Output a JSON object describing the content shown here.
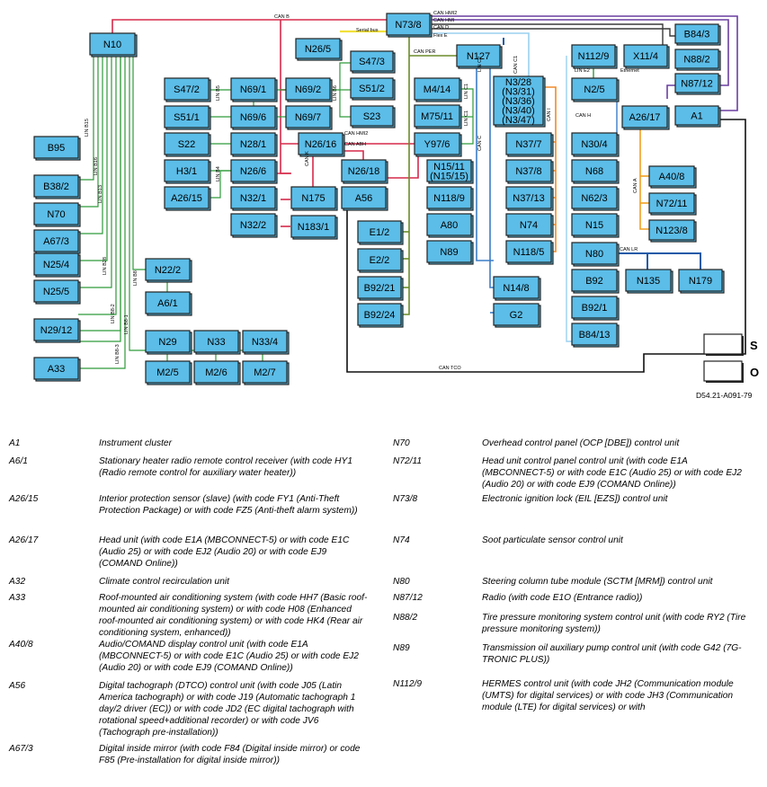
{
  "diagram": {
    "ref": "D54.21-A091-79",
    "boxes": [
      {
        "id": "N10"
      },
      {
        "id": "N73/8"
      },
      {
        "id": "N26/5"
      },
      {
        "id": "B84/3"
      },
      {
        "id": "N88/2"
      },
      {
        "id": "N87/12"
      },
      {
        "id": "N127"
      },
      {
        "id": "N112/9"
      },
      {
        "id": "X11/4"
      },
      {
        "id": "S47/3"
      },
      {
        "id": "S51/2"
      },
      {
        "id": "S23"
      },
      {
        "id": "S47/2"
      },
      {
        "id": "N69/1"
      },
      {
        "id": "N69/2"
      },
      {
        "id": "S51/1"
      },
      {
        "id": "N69/6"
      },
      {
        "id": "N69/7"
      },
      {
        "id": "S22"
      },
      {
        "id": "N28/1"
      },
      {
        "id": "N26/16"
      },
      {
        "id": "H3/1"
      },
      {
        "id": "N26/6"
      },
      {
        "id": "A26/15"
      },
      {
        "id": "N32/1"
      },
      {
        "id": "N32/2"
      },
      {
        "id": "N175"
      },
      {
        "id": "N183/1"
      },
      {
        "id": "N26/18"
      },
      {
        "id": "A56"
      },
      {
        "id": "M4/14"
      },
      {
        "id": "M75/11"
      },
      {
        "id": "Y97/6"
      },
      {
        "id": "N3/28\n(N3/31)\n(N3/36)\n(N3/40)\n(N3/47)"
      },
      {
        "id": "N2/5"
      },
      {
        "id": "A26/17"
      },
      {
        "id": "A1"
      },
      {
        "id": "N30/4"
      },
      {
        "id": "N37/7"
      },
      {
        "id": "N37/8"
      },
      {
        "id": "N37/13"
      },
      {
        "id": "N74"
      },
      {
        "id": "N118/5"
      },
      {
        "id": "N68"
      },
      {
        "id": "N62/3"
      },
      {
        "id": "N15"
      },
      {
        "id": "A40/8"
      },
      {
        "id": "N72/11"
      },
      {
        "id": "N123/8"
      },
      {
        "id": "N15/11\n(N15/15)"
      },
      {
        "id": "N118/9"
      },
      {
        "id": "A80"
      },
      {
        "id": "N89"
      },
      {
        "id": "E1/2"
      },
      {
        "id": "E2/2"
      },
      {
        "id": "B92/21"
      },
      {
        "id": "B92/24"
      },
      {
        "id": "N14/8"
      },
      {
        "id": "G2"
      },
      {
        "id": "N80"
      },
      {
        "id": "N135"
      },
      {
        "id": "N179"
      },
      {
        "id": "B92"
      },
      {
        "id": "B92/1"
      },
      {
        "id": "B84/13"
      },
      {
        "id": "B95"
      },
      {
        "id": "B38/2"
      },
      {
        "id": "N70"
      },
      {
        "id": "A67/3"
      },
      {
        "id": "N25/4"
      },
      {
        "id": "N25/5"
      },
      {
        "id": "N22/2"
      },
      {
        "id": "A6/1"
      },
      {
        "id": "N29/12"
      },
      {
        "id": "A33"
      },
      {
        "id": "N29"
      },
      {
        "id": "N33"
      },
      {
        "id": "N33/4"
      },
      {
        "id": "M2/5"
      },
      {
        "id": "M2/6"
      },
      {
        "id": "M2/7"
      }
    ],
    "line_labels": [
      "CAN B",
      "CAN HMI2",
      "CAN HMI",
      "CAN D",
      "Flex E",
      "Serial bus",
      "CAN PER",
      "LIN E2",
      "Ethernet",
      "CAN H",
      "LIN C1",
      "LIN C2",
      "CAN C",
      "CAN I",
      "CAN HMI2",
      "CAN ABH",
      "CAN K",
      "LIN B5",
      "LIN B6",
      "LIN B4",
      "LIN B15",
      "LIN B16",
      "LIN B13",
      "LIN B28",
      "LIN B8-2",
      "LIN B8-3",
      "LIN B8-1",
      "LIN B8",
      "CAN A",
      "CAN LR",
      "CAN TCO",
      "LIN C1",
      "CAN C1"
    ],
    "key": [
      {
        "symbol": "S",
        "fill": "#ffffff"
      },
      {
        "symbol": "O",
        "fill": "#ffffff"
      }
    ],
    "colors": {
      "box": "#5bbde8",
      "can_b": "#d62a4a",
      "can_hmi": "#6a3fa0",
      "can_d": "#3a3a3a",
      "flex_e": "#9ad1f0",
      "serial": "#f2e03a",
      "lin": "#2e9a3a",
      "can_per": "#6b8c2a",
      "can_c": "#3a7dc8",
      "can_i": "#f08a2a",
      "can_a": "#f0a020",
      "can_lr": "#1e5aa8"
    }
  },
  "legend": {
    "left": [
      {
        "code": "A1",
        "desc": "Instrument cluster"
      },
      {
        "code": "A6/1",
        "desc": "Stationary heater radio remote control receiver (with code HY1 (Radio remote control for auxiliary water heater))"
      },
      {
        "code": "A26/15",
        "desc": "Interior protection sensor (slave) (with code FY1 (Anti-Theft Protection Package) or with code FZ5 (Anti-theft alarm system))"
      },
      {
        "code": "A26/17",
        "desc": "Head unit (with code E1A (MBCONNECT-5) or with code E1C (Audio 25) or with code EJ2 (Audio 20) or with code EJ9 (COMAND Online))"
      },
      {
        "code": "A32",
        "desc": "Climate control recirculation unit"
      },
      {
        "code": "A33",
        "desc": "Roof-mounted air conditioning system (with code HH7 (Basic roof-mounted air conditioning system) or with code H08 (Enhanced roof-mounted air conditioning system) or with code HK4 (Rear air conditioning system, enhanced))"
      },
      {
        "code": "A40/8",
        "desc": "Audio/COMAND display control unit (with code E1A (MBCONNECT-5) or with code E1C (Audio 25) or with code EJ2 (Audio 20) or with code EJ9 (COMAND Online))"
      },
      {
        "code": "A56",
        "desc": "Digital tachograph (DTCO) control unit (with code J05 (Latin America tachograph) or with code J19 (Automatic tachograph 1 day/2 driver (EC)) or with code JD2 (EC digital tachograph with rotational speed+additional recorder) or with code JV6 (Tachograph pre-installation))"
      },
      {
        "code": "A67/3",
        "desc": "Digital inside mirror (with code F84 (Digital inside mirror) or code F85 (Pre-installation for digital inside mirror))"
      }
    ],
    "right": [
      {
        "code": "N70",
        "desc": "Overhead control panel (OCP [DBE]) control unit"
      },
      {
        "code": "N72/11",
        "desc": "Head unit control panel control unit (with code E1A (MBCONNECT-5) or with code E1C (Audio 25) or with code EJ2 (Audio 20) or with code EJ9 (COMAND Online))"
      },
      {
        "code": "N73/8",
        "desc": "Electronic ignition lock (EIL [EZS]) control unit"
      },
      {
        "code": "N74",
        "desc": "Soot particulate sensor control unit"
      },
      {
        "code": "N80",
        "desc": "Steering column tube module (SCTM [MRM]) control unit"
      },
      {
        "code": "N87/12",
        "desc": "Radio (with code E1O (Entrance radio))"
      },
      {
        "code": "N88/2",
        "desc": "Tire pressure monitoring system control unit (with code RY2 (Tire pressure monitoring system))"
      },
      {
        "code": "N89",
        "desc": "Transmission oil auxiliary pump control unit (with code G42 (7G-TRONIC PLUS))"
      },
      {
        "code": "N112/9",
        "desc": "HERMES control unit (with code JH2 (Communication module (UMTS) for digital services) or with code JH3 (Communication module (LTE) for digital services) or with"
      }
    ]
  }
}
